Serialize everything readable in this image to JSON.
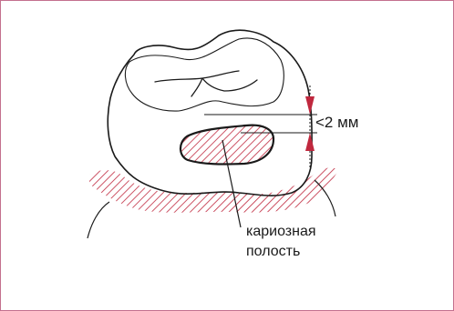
{
  "diagram": {
    "labels": {
      "measurement": "<2 мм",
      "cavity_line1": "кариозная",
      "cavity_line2": "полость"
    },
    "colors": {
      "frame": "#c4708e",
      "hatch": "#c0283e",
      "arrow": "#c0283e",
      "outline": "#1a1a1a"
    }
  }
}
